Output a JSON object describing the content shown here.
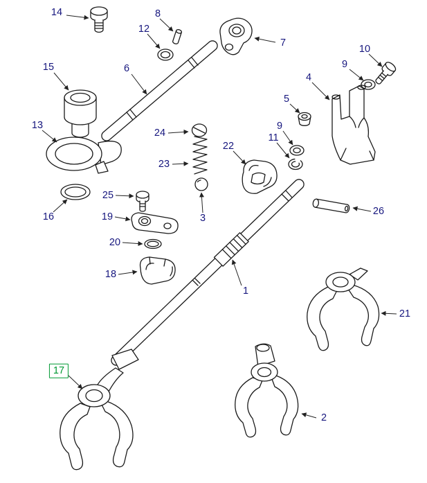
{
  "diagram": {
    "kind": "exploded-parts-diagram",
    "background": "#ffffff",
    "line_color": "#1a1a1a",
    "label_color": "#16167e",
    "highlight_color": "#009933",
    "highlighted_label": "17"
  },
  "labels": [
    {
      "text": "14"
    },
    {
      "text": "8"
    },
    {
      "text": "12"
    },
    {
      "text": "7"
    },
    {
      "text": "10"
    },
    {
      "text": "9"
    },
    {
      "text": "15"
    },
    {
      "text": "6"
    },
    {
      "text": "4"
    },
    {
      "text": "5"
    },
    {
      "text": "13"
    },
    {
      "text": "9"
    },
    {
      "text": "24"
    },
    {
      "text": "11"
    },
    {
      "text": "22"
    },
    {
      "text": "23"
    },
    {
      "text": "25"
    },
    {
      "text": "16"
    },
    {
      "text": "3"
    },
    {
      "text": "26"
    },
    {
      "text": "19"
    },
    {
      "text": "20"
    },
    {
      "text": "18"
    },
    {
      "text": "1"
    },
    {
      "text": "21"
    },
    {
      "text": "17",
      "highlighted": true
    },
    {
      "text": "2"
    }
  ]
}
